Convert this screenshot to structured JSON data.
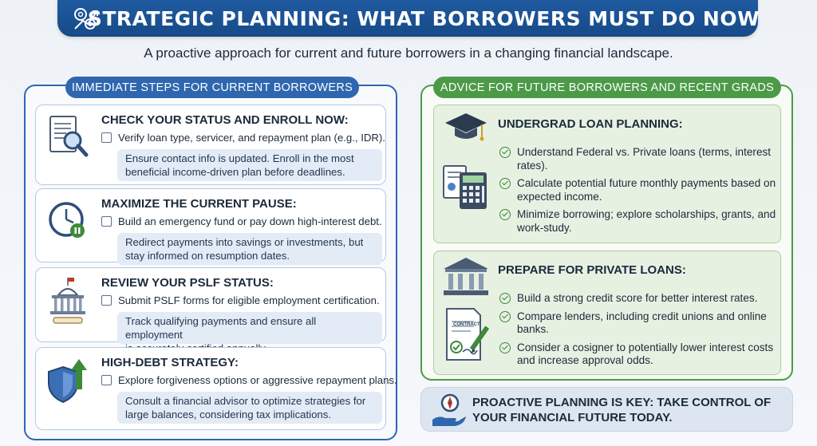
{
  "header": {
    "title": "STRATEGIC PLANNING: WHAT BORROWERS MUST DO NOW",
    "subtitle": "A proactive approach for current and future borrowers in a changing financial landscape."
  },
  "colors": {
    "primary_blue": "#1f5aa0",
    "accent_green": "#4c9a48",
    "note_bg": "#e3ebf6"
  },
  "left_panel": {
    "heading": "IMMEDIATE STEPS FOR CURRENT BORROWERS",
    "cards": [
      {
        "icon": "document-magnifier-icon",
        "title": "CHECK YOUR STATUS AND ENROLL NOW:",
        "item": "Verify loan type, servicer, and repayment plan (e.g., IDR).",
        "note_line1": "Ensure contact info is updated. Enroll in the most",
        "note_line2": "beneficial income-driven plan before deadlines."
      },
      {
        "icon": "clock-pause-icon",
        "title": "MAXIMIZE THE CURRENT PAUSE:",
        "item": "Build an emergency fund or pay down high-interest debt.",
        "note_line1": "Redirect payments into savings or investments, but",
        "note_line2": "stay informed on resumption dates."
      },
      {
        "icon": "capitol-building-icon",
        "title": "REVIEW YOUR PSLF STATUS:",
        "item": "Submit PSLF forms for eligible employment certification.",
        "note_line1": "Track qualifying payments and ensure all employment",
        "note_line2": "is accurately certified annually."
      },
      {
        "icon": "shield-arrow-icon",
        "title": "HIGH-DEBT STRATEGY:",
        "item": "Explore forgiveness options or aggressive repayment plans.",
        "note_line1": "Consult a financial advisor to optimize strategies for",
        "note_line2": "large balances, considering tax implications."
      }
    ]
  },
  "right_panel": {
    "heading": "ADVICE FOR FUTURE BORROWERS AND RECENT GRADS",
    "sections": [
      {
        "title": "UNDERGRAD LOAN PLANNING:",
        "icons": [
          "graduation-cap-icon",
          "calculator-icon"
        ],
        "items": [
          "Understand Federal vs. Private loans (terms, interest rates).",
          "Calculate potential future monthly payments based on expected income.",
          "Minimize borrowing; explore scholarships, grants, and work-study."
        ]
      },
      {
        "title": "PREPARE FOR PRIVATE LOANS:",
        "icons": [
          "bank-icon",
          "contract-icon"
        ],
        "contract_label": "CONTRACT",
        "items": [
          "Build a strong credit score for better interest rates.",
          "Compare lenders, including credit unions and online banks.",
          "Consider a cosigner to potentially lower interest costs and increase approval odds."
        ]
      }
    ]
  },
  "footer": {
    "icon": "compass-hand-icon",
    "message": "PROACTIVE PLANNING IS KEY: TAKE CONTROL OF YOUR FINANCIAL FUTURE TODAY."
  }
}
